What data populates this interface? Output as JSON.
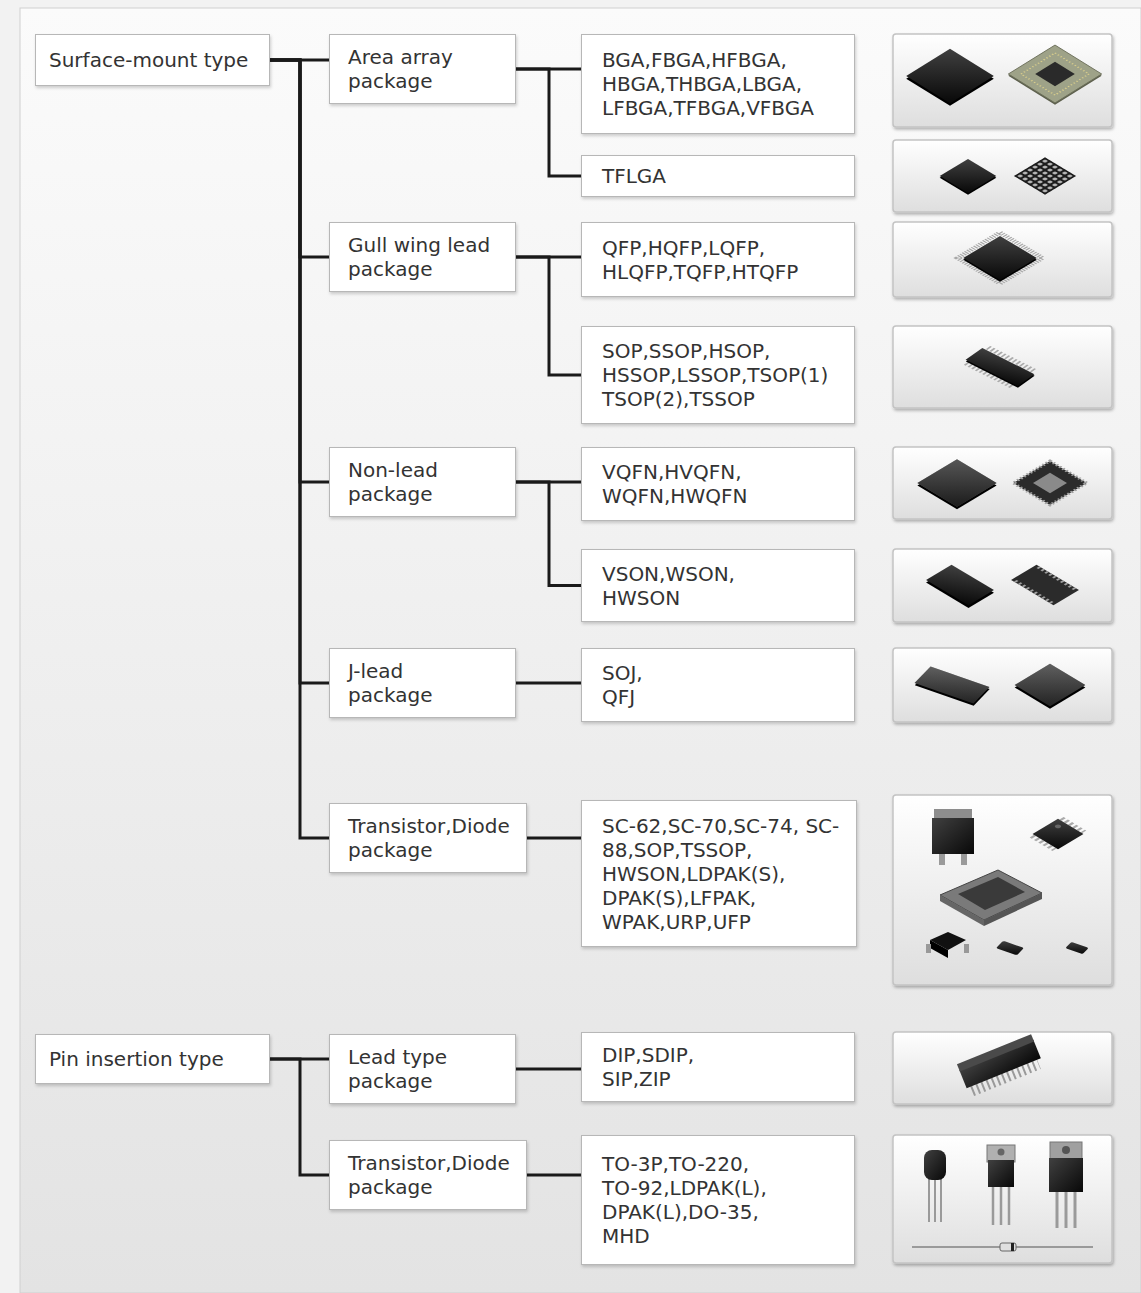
{
  "diagram": {
    "nodes": [
      {
        "text": [
          "Surface-mount type"
        ]
      },
      {
        "text": [
          "Area array package"
        ]
      },
      {
        "text": [
          "BGA,FBGA,HFBGA, HBGA,THBGA,LBGA, LFBGA,TFBGA,VFBGA"
        ]
      },
      {
        "text": [
          "TFLGA"
        ]
      },
      {
        "text": [
          "Gull wing lead package"
        ]
      },
      {
        "text": [
          "QFP,HQFP,LQFP, HLQFP,TQFP,HTQFP"
        ]
      },
      {
        "text": [
          "SOP,SSOP,HSOP, HSSOP,LSSOP,TSOP(1) TSOP(2),TSSOP"
        ]
      },
      {
        "text": [
          "Non-lead package"
        ]
      },
      {
        "text": [
          "VQFN,HVQFN, WQFN,HWQFN"
        ]
      },
      {
        "text": [
          "VSON,WSON, HWSON"
        ]
      },
      {
        "text": [
          "J-lead package"
        ]
      },
      {
        "text": [
          "SOJ, QFJ"
        ]
      },
      {
        "text": [
          "Transistor,Diode package"
        ]
      },
      {
        "text": [
          "SC-62,SC-70,SC-74, SC-88,SOP,TSSOP, HWSON,LDPAK(S), DPAK(S),LFPAK, WPAK,URP,UFP"
        ]
      },
      {
        "text": [
          "Pin insertion type"
        ]
      },
      {
        "text": [
          "Lead type package"
        ]
      },
      {
        "text": [
          "DIP,SDIP, SIP,ZIP"
        ]
      },
      {
        "text": [
          "Transistor,Diode package"
        ]
      },
      {
        "text": [
          "TO-3P,TO-220, TO-92,LDPAK(L), DPAK(L),DO-35, MHD"
        ]
      }
    ],
    "edges": [
      {
        "from": 0,
        "to": 1,
        "arrow": "none"
      },
      {
        "from": 0,
        "to": 4,
        "arrow": "none"
      },
      {
        "from": 0,
        "to": 7,
        "arrow": "none"
      },
      {
        "from": 0,
        "to": 10,
        "arrow": "none"
      },
      {
        "from": 0,
        "to": 12,
        "arrow": "none"
      },
      {
        "from": 1,
        "to": 2,
        "arrow": "none"
      },
      {
        "from": 1,
        "to": 3,
        "arrow": "none"
      },
      {
        "from": 4,
        "to": 5,
        "arrow": "none"
      },
      {
        "from": 4,
        "to": 6,
        "arrow": "none"
      },
      {
        "from": 7,
        "to": 8,
        "arrow": "none"
      },
      {
        "from": 7,
        "to": 9,
        "arrow": "none"
      },
      {
        "from": 10,
        "to": 11,
        "arrow": "none"
      },
      {
        "from": 12,
        "to": 13,
        "arrow": "none"
      },
      {
        "from": 14,
        "to": 15,
        "arrow": "none"
      },
      {
        "from": 14,
        "to": 17,
        "arrow": "none"
      },
      {
        "from": 15,
        "to": 16,
        "arrow": "none"
      },
      {
        "from": 17,
        "to": 18,
        "arrow": "none"
      }
    ]
  }
}
